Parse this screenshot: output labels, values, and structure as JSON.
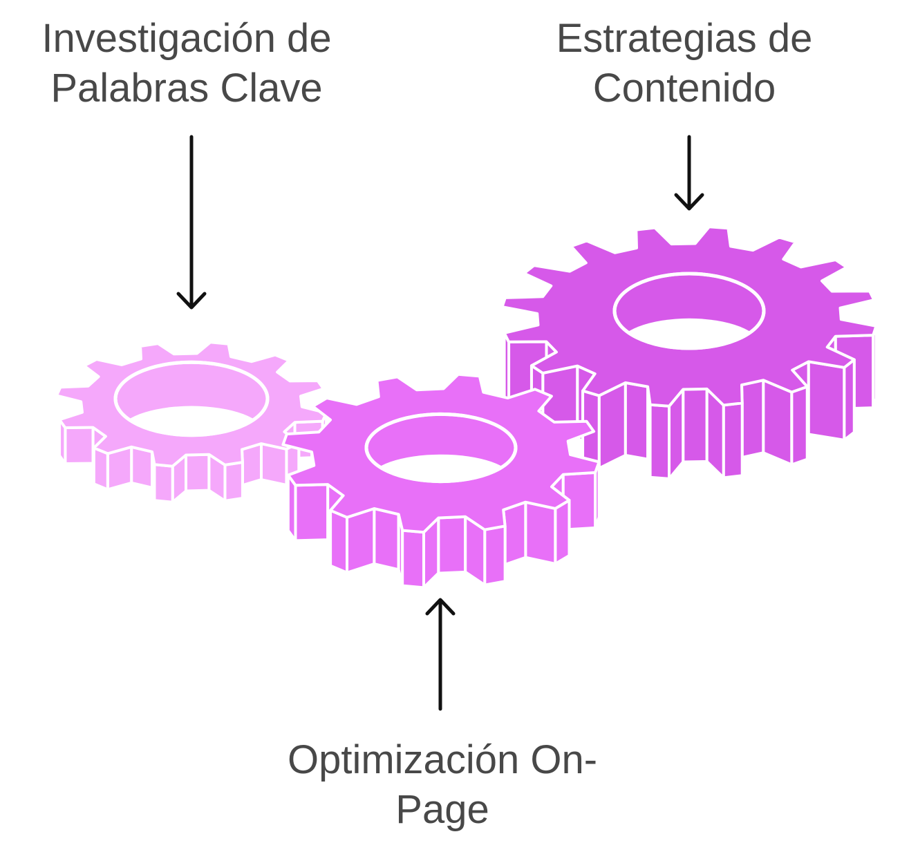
{
  "diagram": {
    "items": [
      {
        "id": "keywords",
        "label_lines": [
          "Investigación de",
          "Palabras Clave"
        ],
        "gear_color": "#f5a8fb",
        "gear_side_color": "#f5a8fb"
      },
      {
        "id": "onpage",
        "label_lines": [
          "Optimización On-",
          "Page"
        ],
        "gear_color": "#e870f8",
        "gear_side_color": "#e870f8"
      },
      {
        "id": "content",
        "label_lines": [
          "Estrategias de",
          "Contenido"
        ],
        "gear_color": "#d659e9",
        "gear_side_color": "#d659e9"
      }
    ],
    "colors": {
      "text": "#484848",
      "arrow": "#111111",
      "outline": "#ffffff",
      "background": "#ffffff"
    }
  }
}
